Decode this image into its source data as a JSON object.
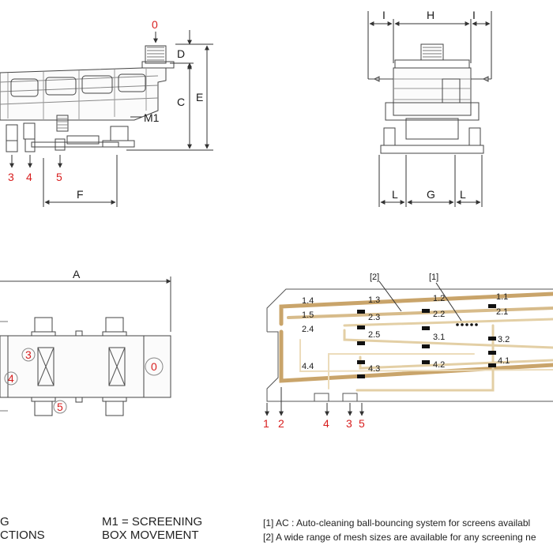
{
  "side_view": {
    "dims": {
      "c": "C",
      "d": "D",
      "e": "E",
      "f": "F"
    },
    "movement_label": "M1",
    "outlets": [
      "3",
      "4",
      "5"
    ],
    "inlet": "0"
  },
  "front_view": {
    "dims": {
      "h": "H",
      "i_left": "I",
      "i_right": "I",
      "g": "G",
      "l_left": "L",
      "l_right": "L"
    }
  },
  "top_view": {
    "dim_a": "A",
    "markers": [
      "3",
      "4",
      "5",
      "0"
    ]
  },
  "section_view": {
    "callouts": [
      "[2]",
      "[1]"
    ],
    "deck_labels": [
      "1.4",
      "1.3",
      "1.2",
      "1.1",
      "1.5",
      "2.3",
      "2.2",
      "2.1",
      "2.4",
      "2.5",
      "3.1",
      "3.2",
      "4.4",
      "4.3",
      "4.2",
      "4.1"
    ],
    "outlets": [
      "1",
      "2",
      "4",
      "3",
      "5"
    ]
  },
  "legend": {
    "left_line1": "G",
    "left_line2": "CTIONS",
    "mid_line1": "M1 = SCREENING",
    "mid_line2": "BOX MOVEMENT",
    "note1": "[1] AC : Auto-cleaning ball-bouncing system for screens availabl",
    "note2": "[2] A wide range of mesh sizes are available for any screening ne"
  },
  "colors": {
    "outlet_red": "#d81e1e",
    "line": "#333333",
    "channel": "#c9a46a"
  }
}
